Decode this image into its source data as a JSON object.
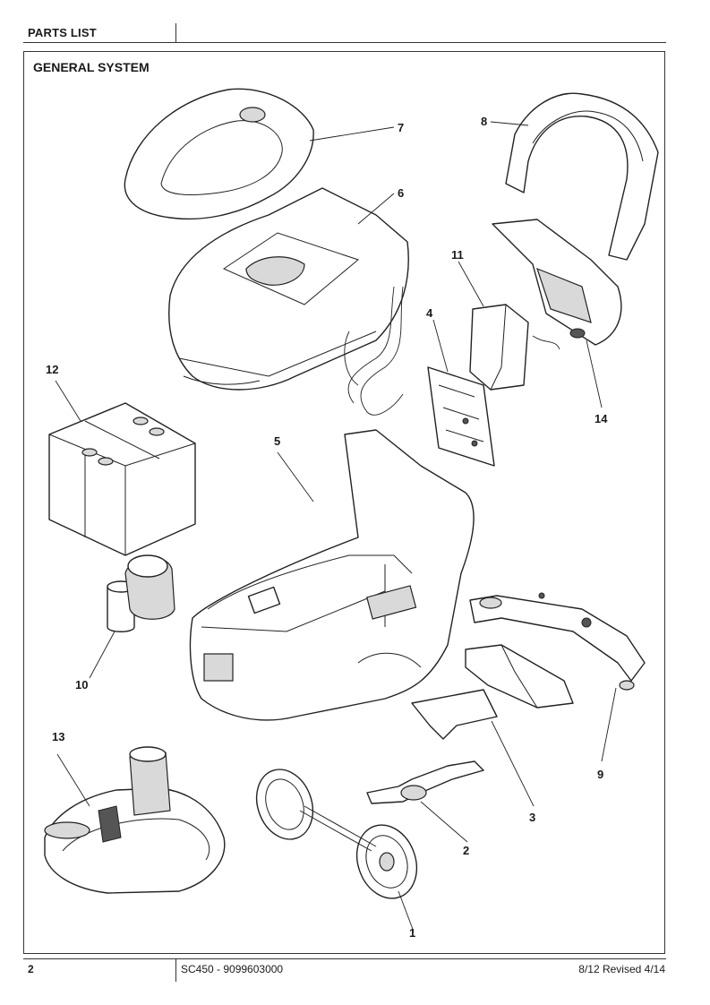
{
  "header": {
    "section": "PARTS LIST"
  },
  "panel": {
    "title": "GENERAL SYSTEM"
  },
  "callouts": {
    "c1": "1",
    "c2": "2",
    "c3": "3",
    "c4": "4",
    "c5": "5",
    "c6": "6",
    "c7": "7",
    "c8": "8",
    "c9": "9",
    "c10": "10",
    "c11": "11",
    "c12": "12",
    "c13": "13",
    "c14": "14"
  },
  "footer": {
    "page": "2",
    "document": "SC450 - 9099603000",
    "revision": "8/12 Revised 4/14"
  }
}
